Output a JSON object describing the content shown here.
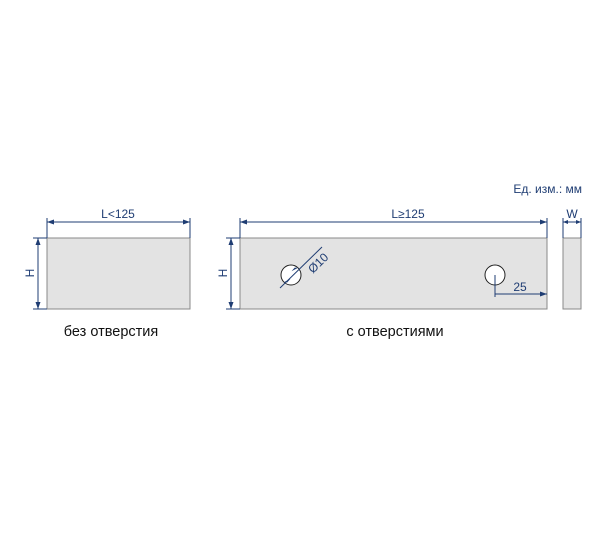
{
  "units_label": "Ед. изм.: мм",
  "part_no_hole": {
    "length_label": "L<125",
    "height_label": "H",
    "caption": "без отверстия"
  },
  "part_with_holes": {
    "length_label": "L≥125",
    "height_label": "H",
    "diameter_label": "Ø10",
    "offset_label": "25",
    "caption": "с отверстиями"
  },
  "side_view": {
    "width_label": "W"
  },
  "colors": {
    "part_fill": "#e3e3e3",
    "part_outline": "#8a8a8a",
    "dimension": "#1f3d73",
    "text": "#111111"
  }
}
